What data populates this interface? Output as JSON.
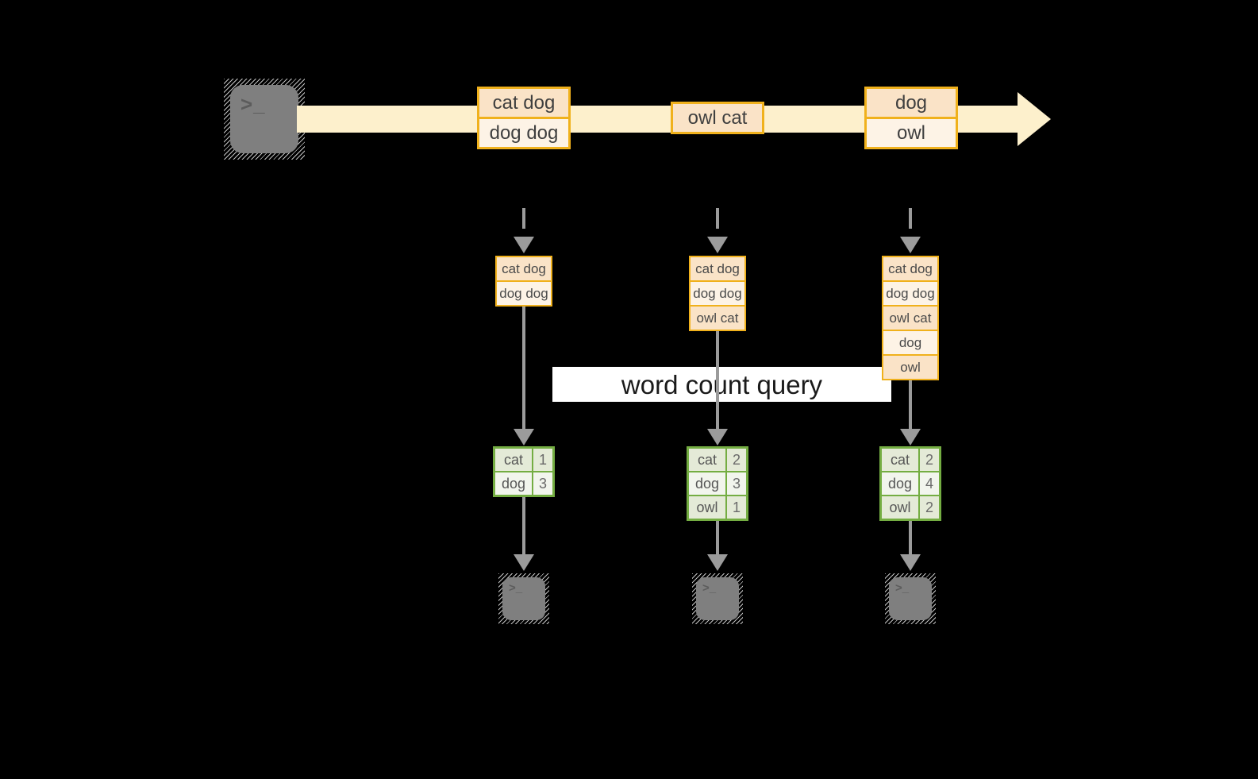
{
  "colors": {
    "gold": "#f0b11c",
    "peach": "#fae3c7",
    "cream": "#fdf3e6",
    "band": "#fdf0cc",
    "green": "#74ad42",
    "sage": "#e4ead7",
    "sage_light": "#f2f5ed",
    "terminal_gray": "#7f7f7f",
    "arrow_gray": "#9b9b9b"
  },
  "icons": {
    "terminal_glyph": ">_"
  },
  "query_label": "word count query",
  "stream": {
    "events": [
      {
        "lines": [
          "cat dog",
          "dog dog"
        ]
      },
      {
        "lines": [
          "owl cat"
        ]
      },
      {
        "lines": [
          "dog",
          "owl"
        ]
      }
    ]
  },
  "columns": [
    {
      "state": [
        "cat dog",
        "dog dog"
      ],
      "counts": [
        {
          "word": "cat",
          "count": "1"
        },
        {
          "word": "dog",
          "count": "3"
        }
      ]
    },
    {
      "state": [
        "cat dog",
        "dog dog",
        "owl cat"
      ],
      "counts": [
        {
          "word": "cat",
          "count": "2"
        },
        {
          "word": "dog",
          "count": "3"
        },
        {
          "word": "owl",
          "count": "1"
        }
      ]
    },
    {
      "state": [
        "cat dog",
        "dog dog",
        "owl cat",
        "dog",
        "owl"
      ],
      "counts": [
        {
          "word": "cat",
          "count": "2"
        },
        {
          "word": "dog",
          "count": "4"
        },
        {
          "word": "owl",
          "count": "2"
        }
      ]
    }
  ]
}
